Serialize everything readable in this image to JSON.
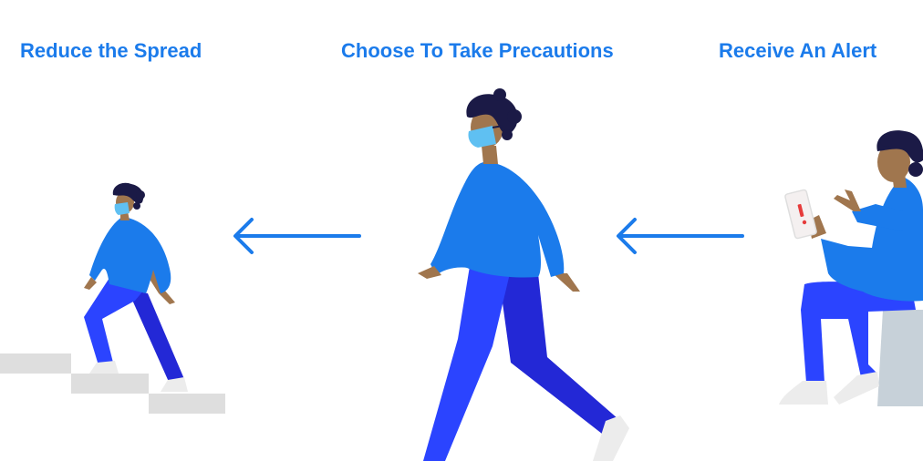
{
  "accent_color": "#1b7beb",
  "colors": {
    "shirt": "#1b7beb",
    "pants": "#2b44ff",
    "pants_shadow": "#2328d6",
    "skin": "#a0764e",
    "hair": "#1b1a46",
    "mask": "#5fc0f2",
    "shoe": "#ececec",
    "step": "#dedede",
    "seat": "#c7d1d9",
    "phone": "#f4f0f0",
    "alert": "#e63b3b"
  },
  "steps": [
    {
      "title": "Reduce the Spread",
      "figure": "person-climbing-stairs-wearing-mask"
    },
    {
      "title": "Choose To Take Precautions",
      "figure": "person-walking-wearing-mask"
    },
    {
      "title": "Receive An Alert",
      "figure": "person-sitting-holding-phone-alert"
    }
  ],
  "connectors": [
    {
      "from": "Choose To Take Precautions",
      "to": "Reduce the Spread",
      "icon": "arrow-left-icon"
    },
    {
      "from": "Receive An Alert",
      "to": "Choose To Take Precautions",
      "icon": "arrow-left-icon"
    }
  ]
}
